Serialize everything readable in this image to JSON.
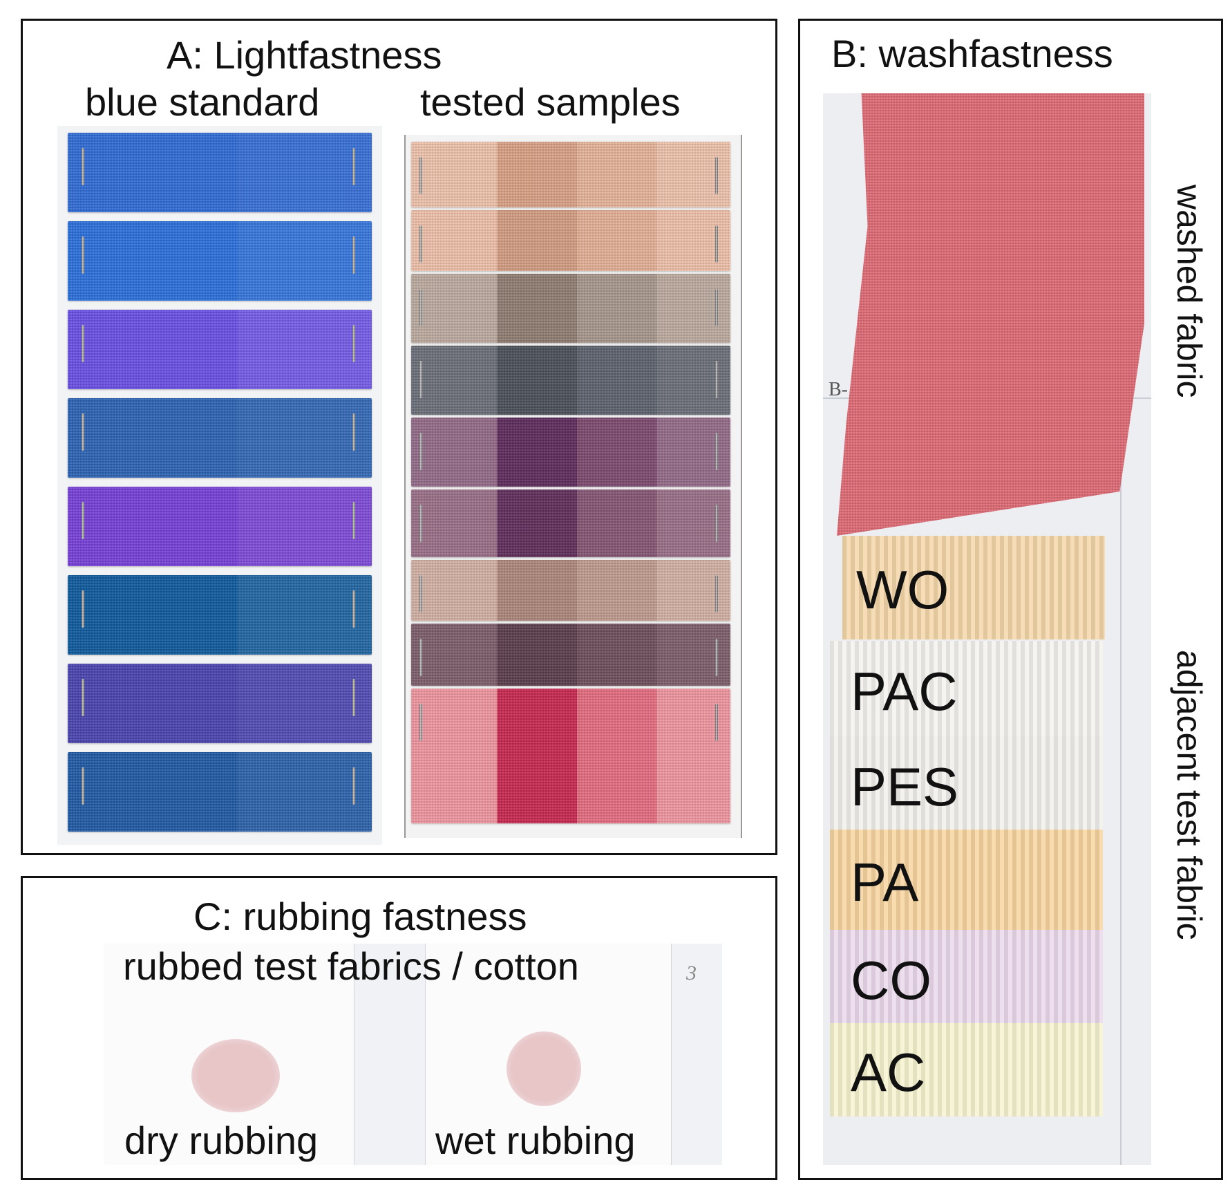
{
  "panel_a": {
    "title": "A: Lightfastness",
    "left_label": "blue standard",
    "right_label": "tested samples",
    "blue_standard_colors": [
      "#2f6bd6",
      "#2a6fdc",
      "#6a4fe6",
      "#2c63b4",
      "#7640d8",
      "#0e5a9c",
      "#4a45b0",
      "#1f5aa6"
    ],
    "tested_sample_colors": [
      [
        "#e6b39a",
        "#d9a085",
        "#efc3ad"
      ],
      [
        "#e4b096",
        "#d49c82",
        "#eec1aa"
      ],
      [
        "#a8978c",
        "#8f7c71",
        "#bdaba0"
      ],
      [
        "#5d626d",
        "#4b4f59",
        "#6b6f79"
      ],
      [
        "#7c4a70",
        "#5e2a5c",
        "#946a88"
      ],
      [
        "#855574",
        "#5f2d5a",
        "#9a7088"
      ],
      [
        "#c09b8e",
        "#ad877b",
        "#d4b1a4"
      ],
      [
        "#6e4e5c",
        "#5b3c4b",
        "#7d5e6b"
      ],
      [
        "#e46c7e",
        "#c8284f",
        "#ef96a0"
      ]
    ]
  },
  "panel_b": {
    "title": "B: washfastness",
    "side_label_top": "washed fabric",
    "side_label_bottom": "adjacent test fabric",
    "sheet_mark": "B-",
    "washed_color": "#e06a76",
    "test_fabrics": [
      {
        "label": "WO",
        "color": "#f4d6a8"
      },
      {
        "label": "PAC",
        "color": "#f3f1ee"
      },
      {
        "label": "PES",
        "color": "#f0efec"
      },
      {
        "label": "PA",
        "color": "#f6d49e"
      },
      {
        "label": "CO",
        "color": "#ead8ea"
      },
      {
        "label": "AC",
        "color": "#f5f2cf"
      }
    ]
  },
  "panel_c": {
    "title": "C: rubbing fastness",
    "subtitle": "rubbed test fabrics / cotton",
    "dry_label": "dry rubbing",
    "wet_label": "wet rubbing",
    "corner_mark": "3",
    "stain_color": "#e8c6c8"
  }
}
